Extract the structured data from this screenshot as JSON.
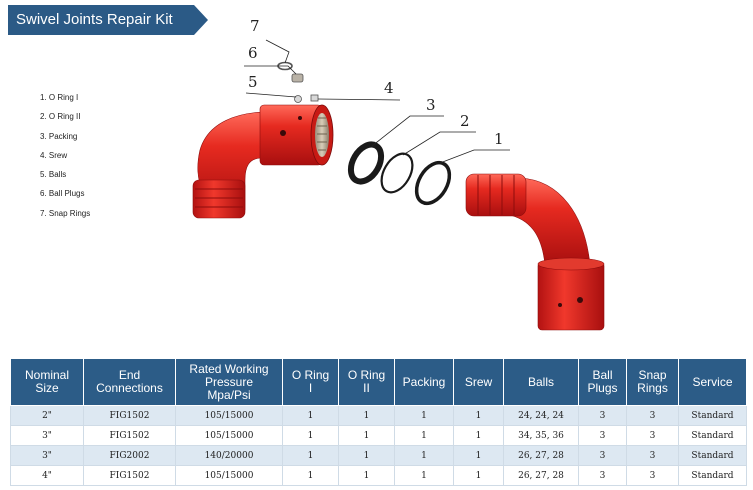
{
  "title": "Swivel Joints Repair Kit",
  "legend": [
    "1. O Ring I",
    "2. O Ring II",
    "3. Packing",
    "4. Srew",
    "5. Balls",
    "6. Ball Plugs",
    "7. Snap Rings"
  ],
  "callouts": [
    "1",
    "2",
    "3",
    "4",
    "5",
    "6",
    "7"
  ],
  "colors": {
    "banner": "#2b5a86",
    "header": "#2c5c87",
    "stripe": "#dde8f2",
    "part": "#d21b1b"
  },
  "table": {
    "headers": [
      [
        "Nominal",
        "Size"
      ],
      [
        "End",
        "Connections"
      ],
      [
        "Rated Working",
        "Pressure",
        "Mpa/Psi"
      ],
      [
        "O Ring",
        "I"
      ],
      [
        "O Ring",
        "II"
      ],
      [
        "Packing"
      ],
      [
        "Srew"
      ],
      [
        "Balls"
      ],
      [
        "Ball",
        "Plugs"
      ],
      [
        "Snap",
        "Rings"
      ],
      [
        "Service"
      ]
    ],
    "rows": [
      [
        "2\"",
        "FIG1502",
        "105/15000",
        "1",
        "1",
        "1",
        "1",
        "24, 24, 24",
        "3",
        "3",
        "Standard"
      ],
      [
        "3\"",
        "FIG1502",
        "105/15000",
        "1",
        "1",
        "1",
        "1",
        "34, 35, 36",
        "3",
        "3",
        "Standard"
      ],
      [
        "3\"",
        "FIG2002",
        "140/20000",
        "1",
        "1",
        "1",
        "1",
        "26, 27, 28",
        "3",
        "3",
        "Standard"
      ],
      [
        "4\"",
        "FIG1502",
        "105/15000",
        "1",
        "1",
        "1",
        "1",
        "26, 27, 28",
        "3",
        "3",
        "Standard"
      ]
    ]
  }
}
